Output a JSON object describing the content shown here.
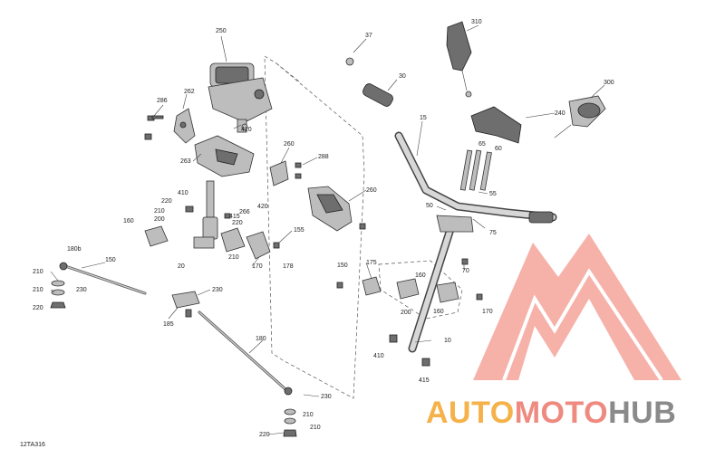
{
  "figure_ref": "12TA316",
  "watermark": {
    "text_a": "AUTO",
    "text_b": "MOTO",
    "text_c": "HUB",
    "color_logo": "#f0948a",
    "color_a": "#f5b24a",
    "color_b": "#ef8a80",
    "color_c": "#8a8a8a"
  },
  "callouts": {
    "c250": "250",
    "c37": "37",
    "c310": "310",
    "c300": "300",
    "c30": "30",
    "c240": "240",
    "c286": "286",
    "c262": "262",
    "c420a": "420",
    "c15": "15",
    "c65": "65",
    "c60": "60",
    "c260a": "260",
    "c263": "263",
    "c288": "288",
    "c260b": "260",
    "c55": "55",
    "c410a": "410",
    "c220a": "220",
    "c210a": "210",
    "c415a": "415",
    "c420b": "420",
    "c266": "266",
    "c160a": "160",
    "c200a": "200",
    "c220b": "220",
    "c50": "50",
    "c155": "155",
    "c75": "75",
    "c180b": "180b",
    "c150a": "150",
    "c210b": "210",
    "c20": "20",
    "c170a": "170",
    "c178": "178",
    "c70": "70",
    "c210c": "210",
    "c230a": "230",
    "c210d": "210",
    "c150b": "150",
    "c175": "175",
    "c160b": "160",
    "c230b": "230",
    "c220c": "220",
    "c185": "185",
    "c200b": "200",
    "c160c": "160",
    "c170b": "170",
    "c180": "180",
    "c10": "10",
    "c410b": "410",
    "c415b": "415",
    "c230c": "230",
    "c210e": "210",
    "c210f": "210",
    "c220d": "220"
  }
}
